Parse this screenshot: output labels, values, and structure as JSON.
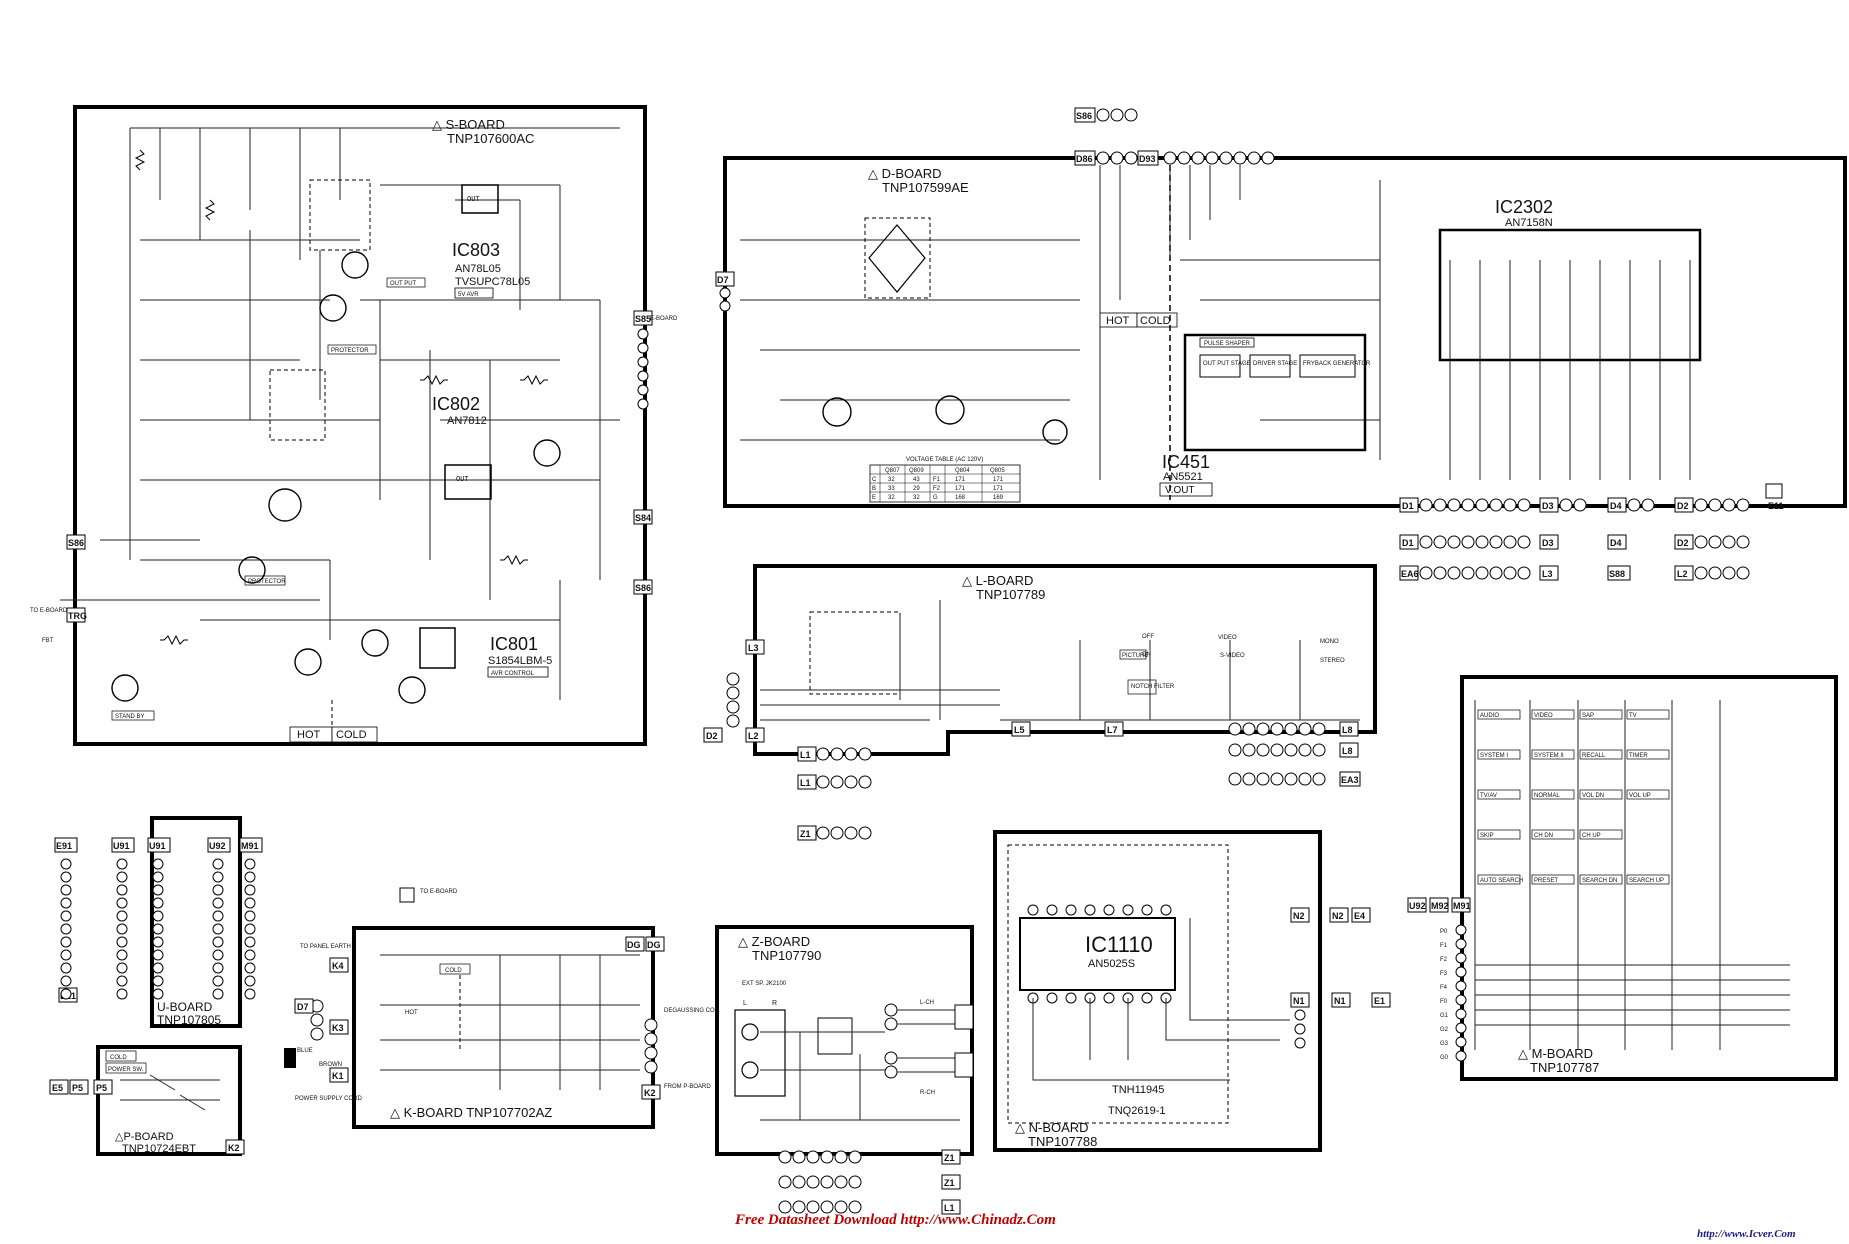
{
  "boards": {
    "s": {
      "title": "△ S-BOARD",
      "part": "TNP107600AC"
    },
    "d": {
      "title": "△ D-BOARD",
      "part": "TNP107599AE"
    },
    "l": {
      "title": "△ L-BOARD",
      "part": "TNP107789"
    },
    "m": {
      "title": "△ M-BOARD",
      "part": "TNP107787"
    },
    "n": {
      "title": "△ N-BOARD",
      "part": "TNP107788"
    },
    "z": {
      "title": "△ Z-BOARD",
      "part": "TNP107790"
    },
    "k": {
      "title": "△ K-BOARD  TNP107702AZ"
    },
    "u": {
      "title": "U-BOARD",
      "part": "TNP107805"
    },
    "p": {
      "title": "△P-BOARD",
      "part": "TNP10724EBT"
    }
  },
  "ics": {
    "ic803": {
      "name": "IC803",
      "part": "AN78L05",
      "alt": "TVSUPC78L05",
      "tag": "5V AVR"
    },
    "ic802": {
      "name": "IC802",
      "part": "AN7812"
    },
    "ic801": {
      "name": "IC801",
      "part": "S1854LBM-5",
      "tag": "AVR CONTROL"
    },
    "ic451": {
      "name": "IC451",
      "part": "AN5521",
      "tag": "V.OUT"
    },
    "ic2302": {
      "name": "IC2302",
      "part": "AN7158N"
    },
    "ic1110": {
      "name": "IC1110",
      "part": "AN5025S",
      "tnh": "TNH11945",
      "tnq": "TNQ2619-1"
    }
  },
  "labels": {
    "hot": "HOT",
    "cold": "COLD",
    "to_e_board": "TO E-BOARD",
    "e_board": "E-BOARD",
    "out_put": "OUT PUT",
    "protector": "PROTECTOR",
    "fbt": "FBT",
    "stand_by": "STAND BY",
    "voltage_table": "VOLTAGE TABLE (AC 120V)",
    "picture": "PICTURE",
    "notch_filter": "NOTCH FILTER",
    "pulse_shaper": "PULSE SHAPER",
    "output_stage": "OUT PUT STAGE",
    "driver_stage": "DRIVER STAGE",
    "flyback": "FRYBACK GENERATOR",
    "power_sw": "POWER SW.",
    "power_cord": "POWER SUPPLY CORD",
    "to_panel_earth": "TO PANEL EARTH",
    "degaussing": "DEGAUSSING COIL",
    "from_p_board": "FROM P-BOARD",
    "ext_sp": "EXT SP. JK2100",
    "l_ch": "L-CH",
    "r_ch": "R-CH",
    "l": "L",
    "r": "R",
    "off": "OFF",
    "on": "ON",
    "video": "VIDEO",
    "s_video": "S-VIDEO",
    "mono": "MONO",
    "stereo": "STEREO",
    "blue": "BLUE",
    "brown": "BROWN"
  },
  "connectors": {
    "s86": "S86",
    "s85": "S85",
    "s84": "S84",
    "trg": "TRG",
    "d86": "D86",
    "d93": "D93",
    "d7": "D7",
    "d1": "D1",
    "d3": "D3",
    "d4": "D4",
    "d2": "D2",
    "e11": "E11",
    "ea6": "EA6",
    "l3": "L3",
    "s88": "S88",
    "l1": "L1",
    "l2": "L2",
    "l5": "L5",
    "l7": "L7",
    "l8": "L8",
    "ea3": "EA3",
    "z1": "Z1",
    "e91": "E91",
    "u91": "U91",
    "u92": "U92",
    "m91": "M91",
    "m92": "M92",
    "e21": "E21",
    "k4": "K4",
    "k3": "K3",
    "k1": "K1",
    "k2": "K2",
    "dg": "DG",
    "e5": "E5",
    "p5": "P5",
    "n1": "N1",
    "n2": "N2",
    "e4": "E4",
    "e1": "E1"
  },
  "m_board_switches": [
    "AUDIO",
    "VIDEO",
    "SAP",
    "TV",
    "SYSTEM I",
    "SYSTEM II",
    "RECALL",
    "TIMER",
    "TV/AV",
    "NORMAL",
    "VOL DN",
    "VOL UP",
    "SKIP",
    "CH DN",
    "CH UP",
    "",
    "AUTO SEARCH",
    "PRESET",
    "SEARCH DN",
    "SEARCH UP"
  ],
  "m_board_pins": [
    "P0",
    "F1",
    "F2",
    "F3",
    "F4",
    "F0",
    "G1",
    "G2",
    "G3",
    "G0"
  ],
  "voltage_table": {
    "headers": [
      "",
      "Q807",
      "Q809",
      "",
      "Q804",
      "Q805"
    ],
    "rows": [
      [
        "C",
        "32",
        "43",
        "F1",
        "171",
        "171"
      ],
      [
        "B",
        "33",
        "29",
        "F2",
        "171",
        "171"
      ],
      [
        "E",
        "32",
        "32",
        "G",
        "168",
        "169"
      ]
    ]
  },
  "footer": {
    "left": "Free Datasheet Download http://www.Chinadz.Com",
    "right": "http://www.Icver.Com"
  }
}
